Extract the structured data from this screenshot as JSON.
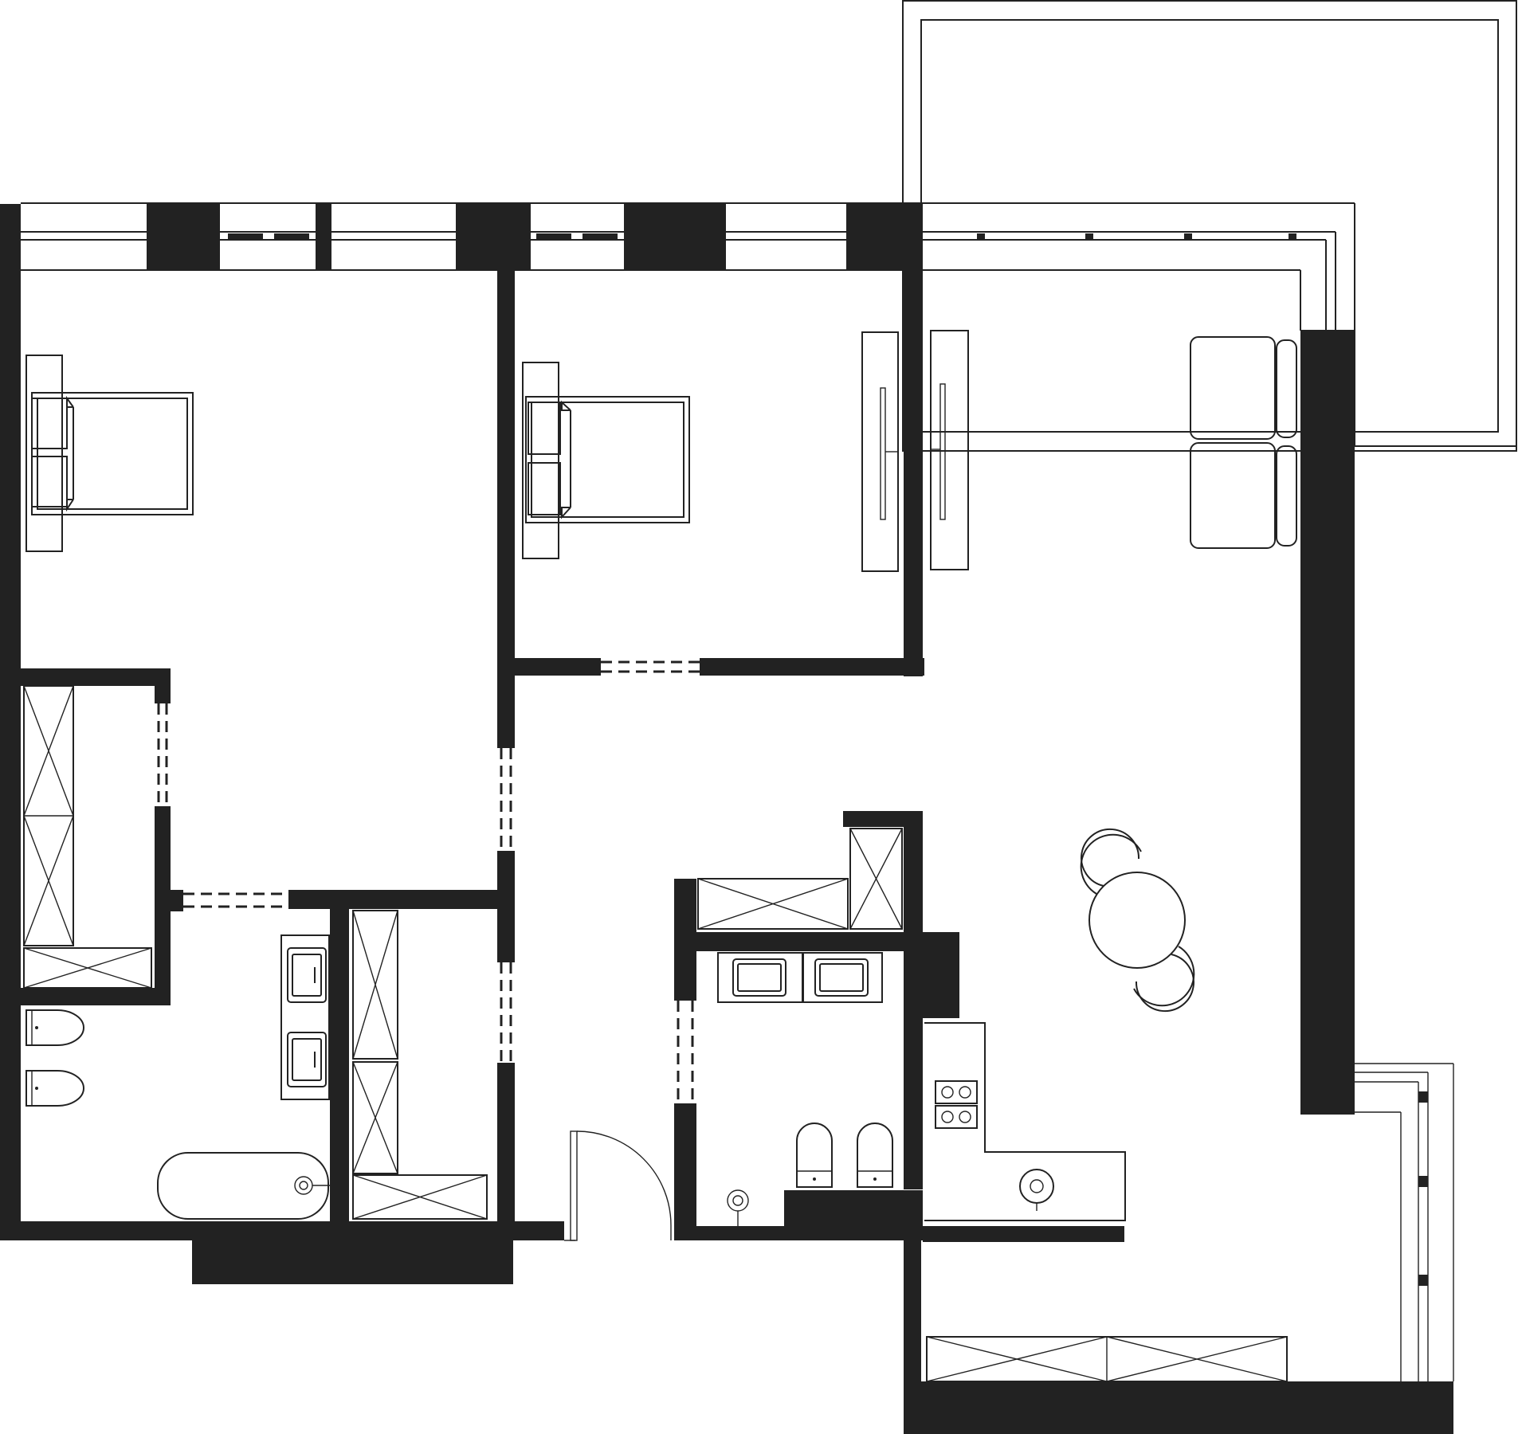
{
  "diagram": {
    "type": "floor-plan",
    "labels": [],
    "rooms": [
      "bedroom-1",
      "bedroom-2",
      "living-room",
      "bathroom-1",
      "bathroom-2",
      "kitchen",
      "walk-in-closet",
      "terrace",
      "balcony"
    ],
    "colors": {
      "wall": "#222222",
      "line": "#222222",
      "background": "#ffffff"
    }
  }
}
